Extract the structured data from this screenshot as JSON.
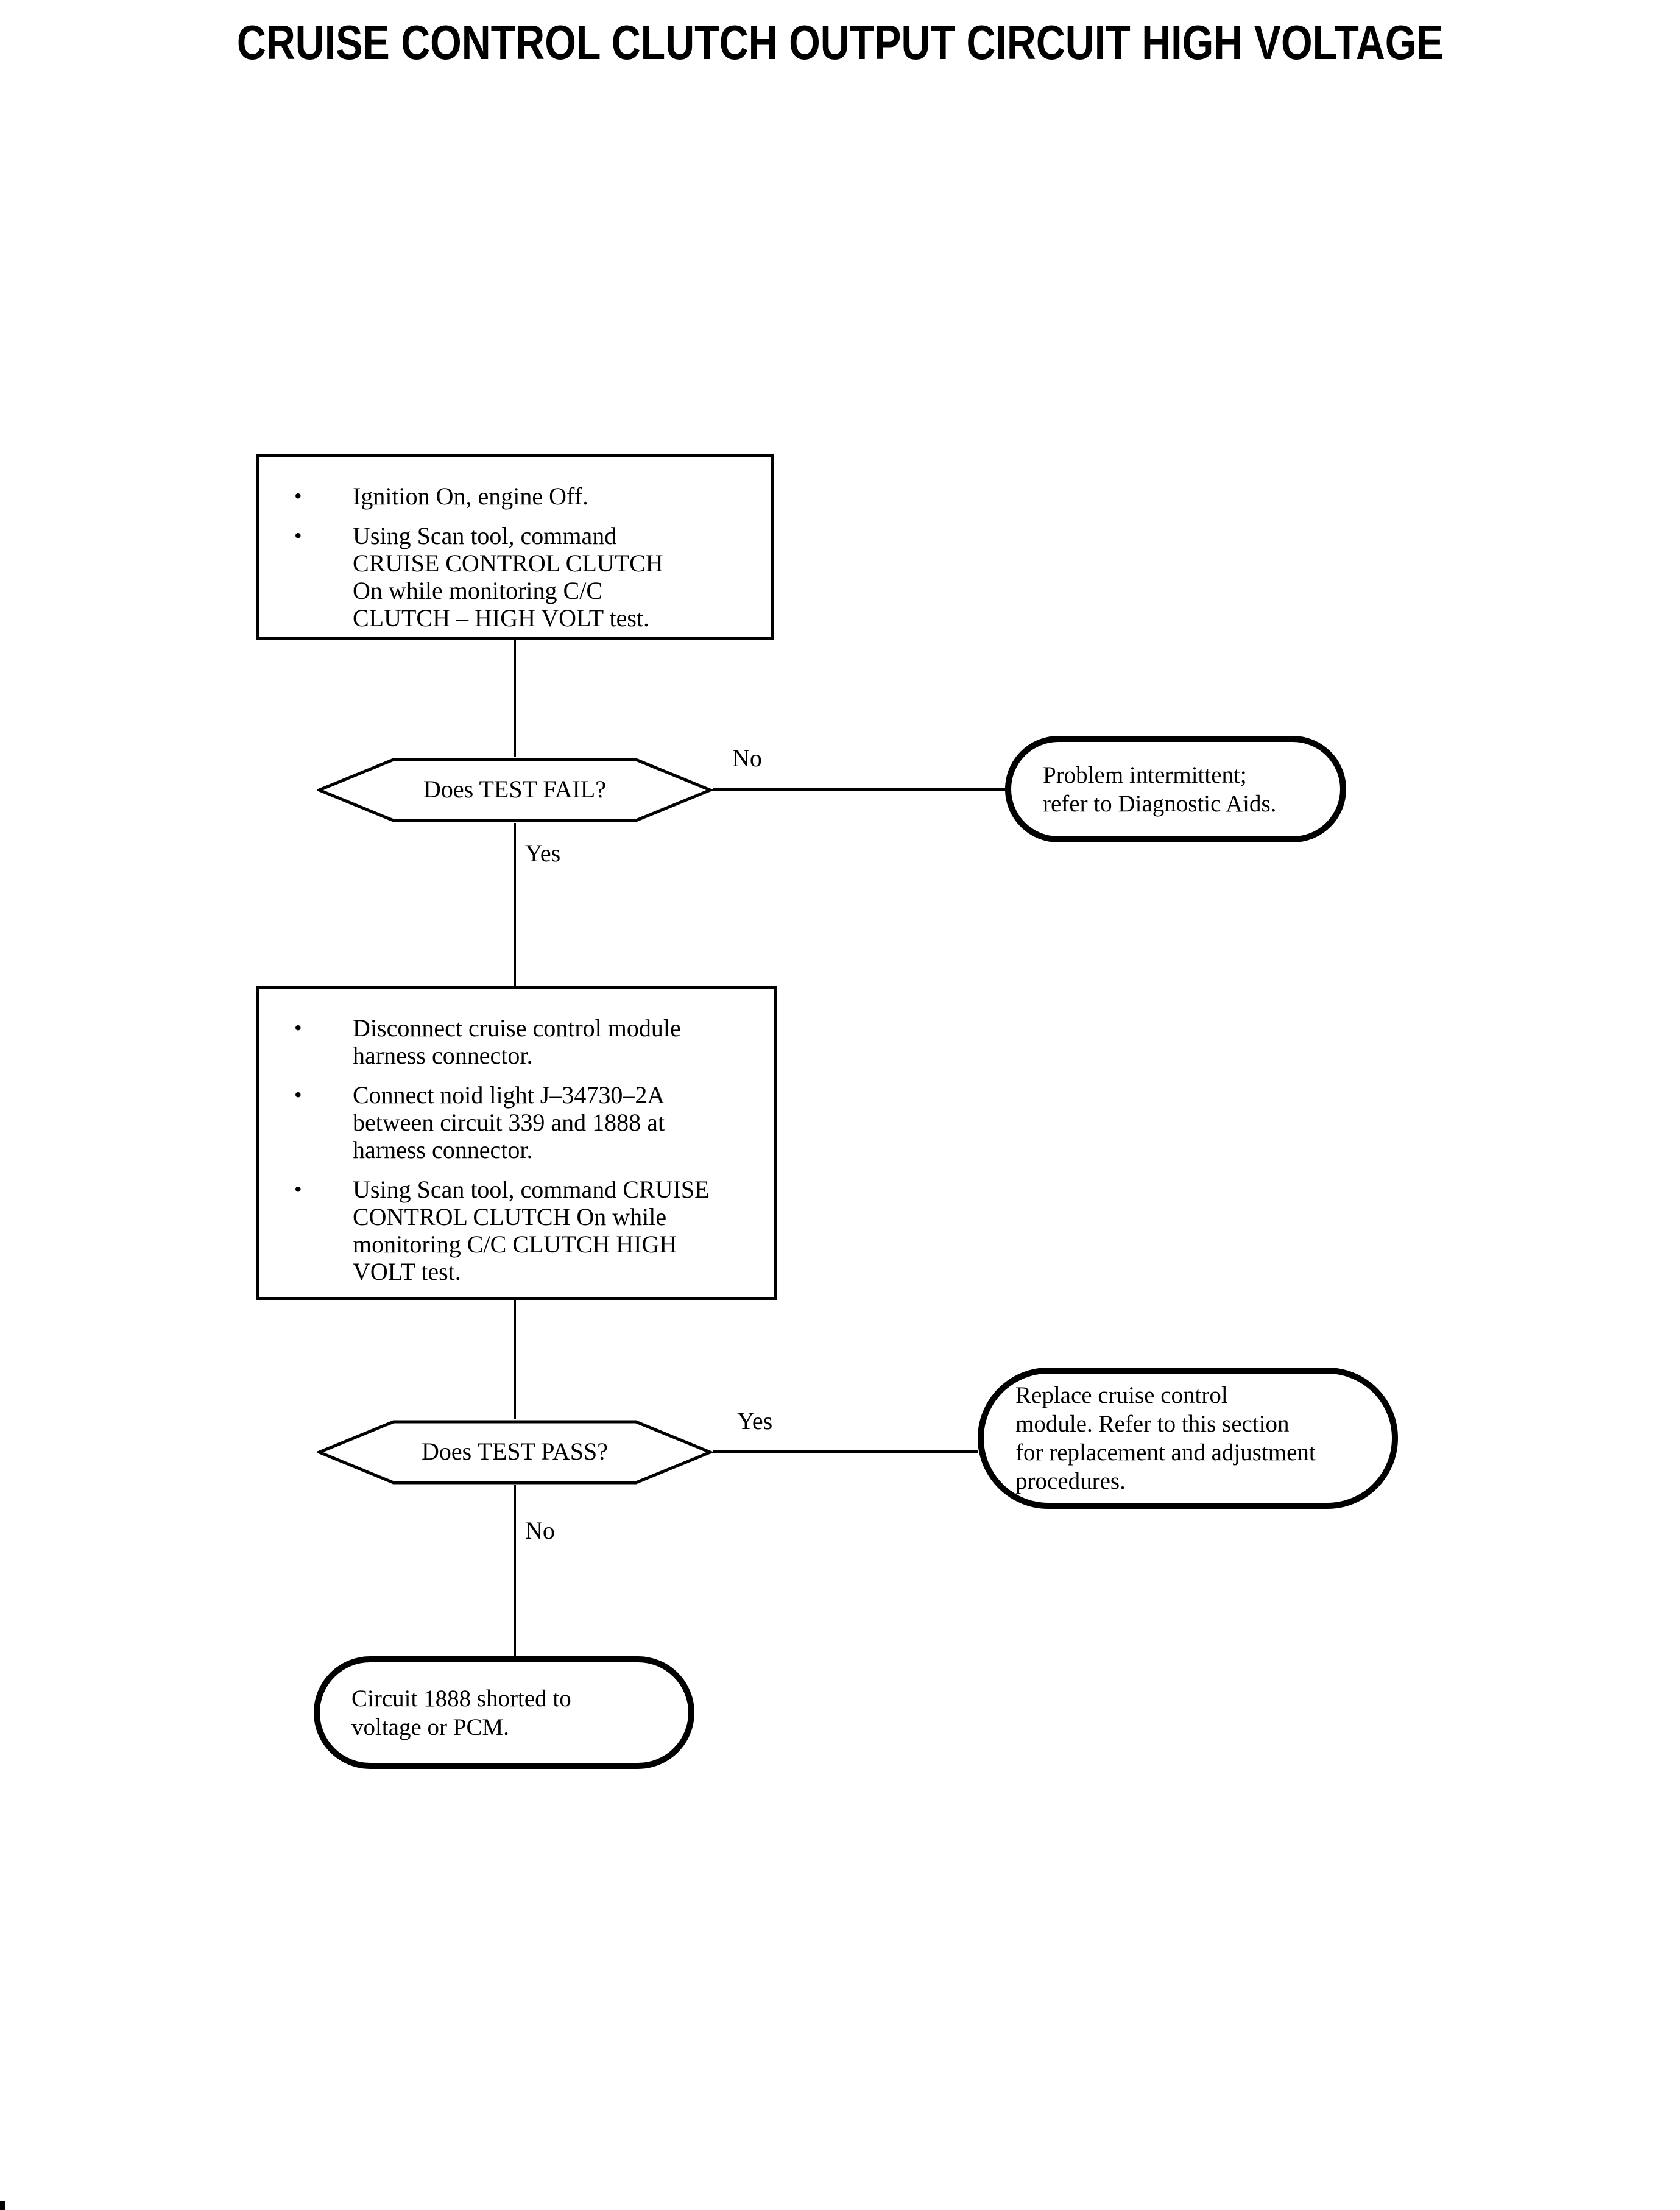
{
  "title": "CRUISE CONTROL CLUTCH OUTPUT CIRCUIT HIGH VOLTAGE",
  "glyphs": {
    "bullet": "•"
  },
  "colors": {
    "ink": "#000000",
    "paper": "#ffffff"
  },
  "flow": {
    "step1": {
      "bullets": [
        "Ignition On, engine Off.",
        "Using Scan tool, command\nCRUISE CONTROL CLUTCH\nOn while monitoring C/C\nCLUTCH – HIGH VOLT test."
      ]
    },
    "decision1": {
      "question": "Does TEST FAIL?",
      "no": "No",
      "yes": "Yes"
    },
    "result_intermittent": "Problem intermittent;\nrefer to Diagnostic Aids.",
    "step2": {
      "bullets": [
        "Disconnect cruise control module\nharness connector.",
        "Connect noid light J–34730–2A\nbetween circuit 339 and 1888 at\nharness connector.",
        "Using Scan tool, command CRUISE\nCONTROL CLUTCH On while\nmonitoring C/C CLUTCH HIGH\nVOLT test."
      ]
    },
    "decision2": {
      "question": "Does TEST PASS?",
      "yes": "Yes",
      "no": "No"
    },
    "result_replace": "Replace cruise control\nmodule. Refer to this section\nfor replacement and adjustment\nprocedures.",
    "result_circuit": "Circuit 1888 shorted to\nvoltage or PCM."
  }
}
